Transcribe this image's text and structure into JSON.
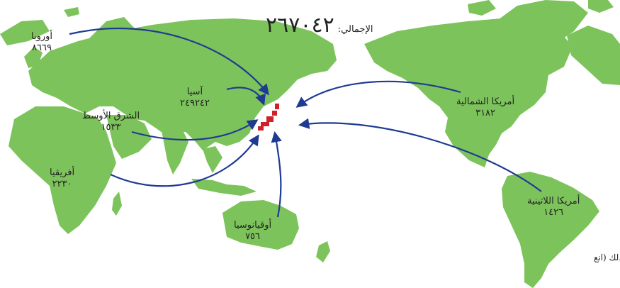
{
  "total": {
    "label": "الإجمالي:",
    "value": "٢٦٧٠٤٢"
  },
  "regions": [
    {
      "id": "europe",
      "name": "أوروبا",
      "value": "٨٦٦٩"
    },
    {
      "id": "asia",
      "name": "آسيا",
      "value": "٢٤٩٢٤٢"
    },
    {
      "id": "middle-east",
      "name": "الشرق الأوسط",
      "value": "١٥٣٣"
    },
    {
      "id": "africa",
      "name": "أفريقيا",
      "value": "٢٢٣٠"
    },
    {
      "id": "oceania",
      "name": "أوقيانوسيا",
      "value": "٧٥٦"
    },
    {
      "id": "north-america",
      "name": "أمريكا الشمالية",
      "value": "٣١٨٢"
    },
    {
      "id": "latin-america",
      "name": "أمريكا اللاتينية",
      "value": "١٤٢٦"
    }
  ],
  "other_label": "غير ذلك (انع",
  "colors": {
    "land": "#7dc35b",
    "arrow": "#1f3a93",
    "japan": "#d0202a"
  }
}
